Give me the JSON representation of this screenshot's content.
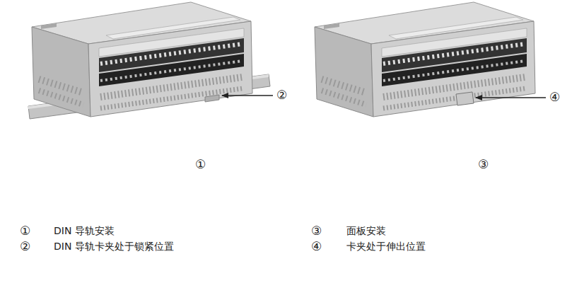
{
  "diagram": {
    "labels": [
      "②",
      "①",
      "④",
      "③",
      "①",
      "DIN 导轨安装",
      "③",
      "面板安装",
      "②",
      "DIN 导轨卡夹处于锁紧位置",
      "④",
      "卡夹处于伸出位置"
    ]
  }
}
